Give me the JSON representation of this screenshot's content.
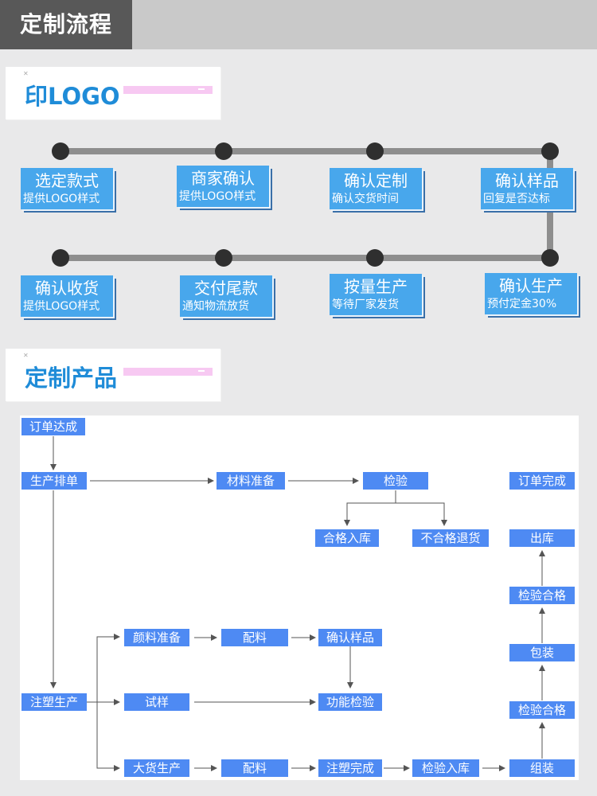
{
  "header": {
    "title": "定制流程"
  },
  "section1": {
    "title": "印LOGO",
    "close_mark": "✕"
  },
  "section2": {
    "title": "定制产品",
    "close_mark": "✕"
  },
  "process_steps": [
    {
      "title": "选定款式",
      "sub": "提供LOGO样式"
    },
    {
      "title": "商家确认",
      "sub": "提供LOGO样式"
    },
    {
      "title": "确认定制",
      "sub": "确认交货时间"
    },
    {
      "title": "确认样品",
      "sub": "回复是否达标"
    },
    {
      "title": "确认生产",
      "sub": "预付定金30%"
    },
    {
      "title": "按量生产",
      "sub": "等待厂家发货"
    },
    {
      "title": "交付尾款",
      "sub": "通知物流放货"
    },
    {
      "title": "确认收货",
      "sub": "提供LOGO样式"
    }
  ],
  "flow": {
    "order_done": "订单达成",
    "production_schedule": "生产排单",
    "material_prep": "材料准备",
    "inspection": "检验",
    "order_complete": "订单完成",
    "qualified_storage": "合格入库",
    "unqualified_return": "不合格退货",
    "outbound": "出库",
    "inspection_pass_1": "检验合格",
    "packaging": "包装",
    "inspection_pass_2": "检验合格",
    "pigment_prep": "颜料准备",
    "mixing_1": "配料",
    "confirm_sample": "确认样品",
    "injection_production": "注塑生产",
    "trial": "试样",
    "function_test": "功能检验",
    "mass_production": "大货生产",
    "mixing_2": "配料",
    "injection_done": "注塑完成",
    "inspection_storage": "检验入库",
    "assembly": "组装"
  }
}
